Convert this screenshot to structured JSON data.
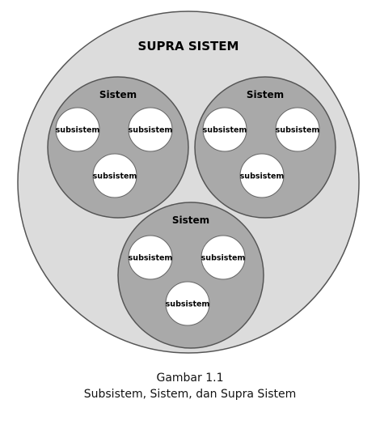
{
  "supra_system": {
    "label": "SUPRA SISTEM",
    "fill": "#dcdcdc",
    "stroke": "#555555"
  },
  "systems": [
    {
      "label": "Sistem",
      "subsystems": [
        "subsistem",
        "subsistem",
        "subsistem"
      ]
    },
    {
      "label": "Sistem",
      "subsystems": [
        "subsistem",
        "subsistem",
        "subsistem"
      ]
    },
    {
      "label": "Sistem",
      "subsystems": [
        "subsistem",
        "subsistem",
        "subsistem"
      ]
    }
  ],
  "colors": {
    "system_fill": "#a9a9a9",
    "system_stroke": "#555555",
    "subsystem_fill": "#ffffff",
    "subsystem_stroke": "#666666"
  },
  "caption": {
    "number": "Gambar 1.1",
    "title": "Subsistem, Sistem, dan Supra Sistem"
  }
}
